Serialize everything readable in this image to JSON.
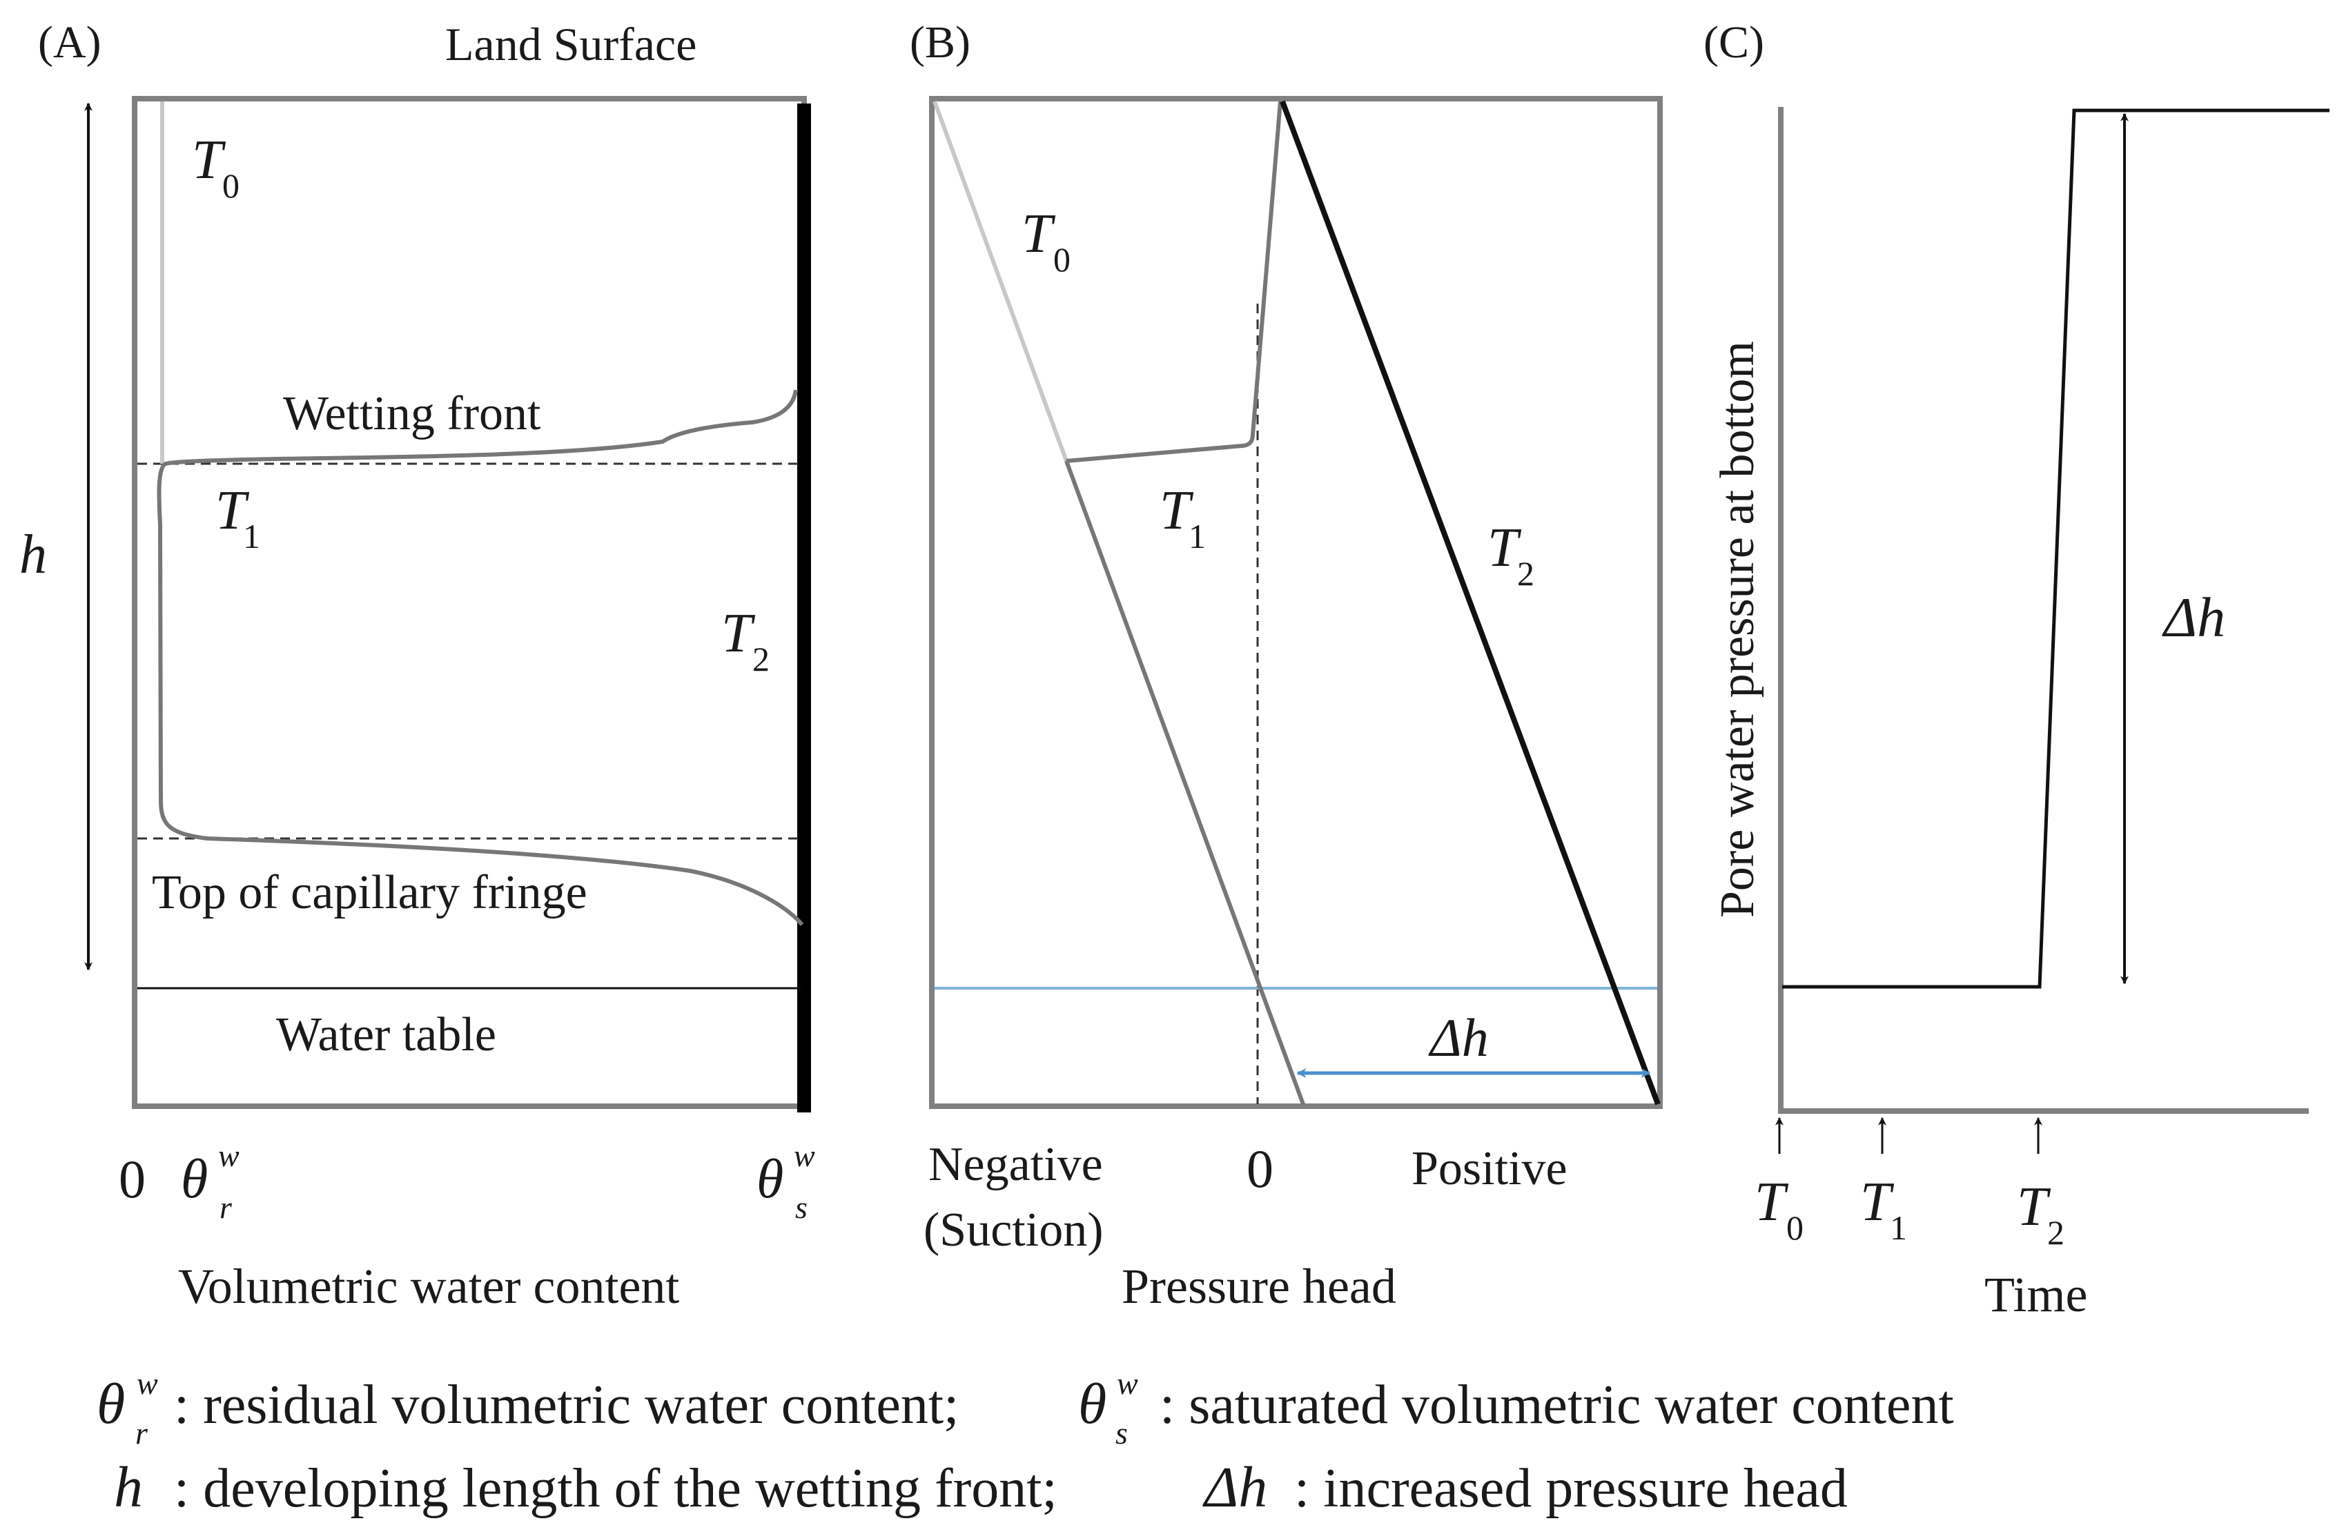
{
  "panels": {
    "a": {
      "tag": "(A)",
      "top_label": "Land Surface",
      "height_symbol": "h",
      "curves": {
        "t0": "T",
        "t0_sub": "0",
        "t1": "T",
        "t1_sub": "1",
        "t2": "T",
        "t2_sub": "2"
      },
      "wetting_front": "Wetting front",
      "capillary_fringe": "Top of capillary  fringe",
      "water_table": "Water table",
      "x_ticks": {
        "zero": "0",
        "theta": "θ",
        "r_sub": "r",
        "s_sub": "s",
        "w_sup": "w"
      },
      "x_label": "Volumetric water content"
    },
    "b": {
      "tag": "(B)",
      "curves": {
        "t0": "T",
        "t0_sub": "0",
        "t1": "T",
        "t1_sub": "1",
        "t2": "T",
        "t2_sub": "2"
      },
      "delta": "Δh",
      "tick_negative": "Negative",
      "tick_suction": "(Suction)",
      "tick_zero": "0",
      "tick_positive": "Positive",
      "x_label": "Pressure head"
    },
    "c": {
      "tag": "(C)",
      "y_label": "Pore water pressure at bottom",
      "delta": "Δh",
      "ticks": [
        {
          "main": "T",
          "sub": "0"
        },
        {
          "main": "T",
          "sub": "1"
        },
        {
          "main": "T",
          "sub": "2"
        }
      ],
      "x_label": "Time"
    }
  },
  "legend": {
    "line1": {
      "sym1": "θ",
      "sub1": "r",
      "sup1": "w",
      "text1": " : residual volumetric water content; ",
      "sym2": "θ",
      "sub2": "s",
      "sup2": "w",
      "text2": ": saturated volumetric water content"
    },
    "line2": {
      "sym1": "h",
      "text1": " : developing length of the wetting front; ",
      "sym2": "Δh",
      "text2": " : increased pressure head"
    }
  },
  "colors": {
    "frame": "#808080",
    "t0_line": "#c8c8c8",
    "t1_line": "#777777",
    "t2_line": "#111111",
    "water_table_b": "#7fb2d8",
    "delta_arrow": "#4a90d0"
  }
}
